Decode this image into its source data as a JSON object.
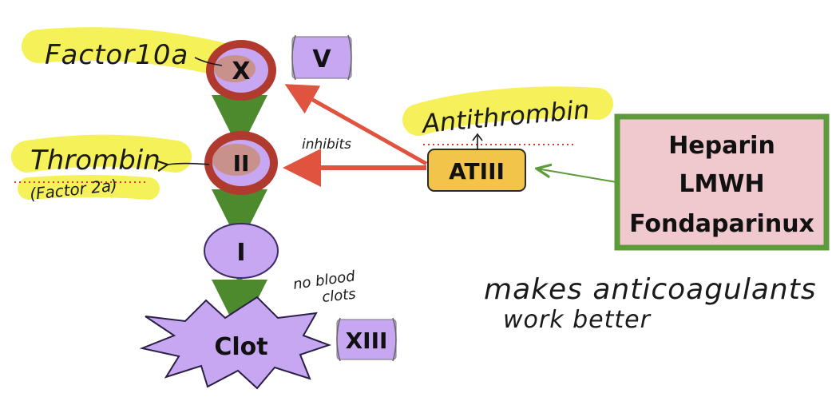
{
  "nodes": {
    "factor_x": "X",
    "cofactor_v": "V",
    "thrombin": "II",
    "fibrinogen": "I",
    "clot": "Clot",
    "factor_xiii": "XIII",
    "antithrombin": "ATIII"
  },
  "drugs": {
    "items": [
      "Heparin",
      "LMWH",
      "Fondaparinux"
    ]
  },
  "notes": {
    "factor_10a": "Factor10a",
    "thrombin": "Thrombin",
    "factor_2a": "(Factor 2a)",
    "antithrombin": "Antithrombin",
    "inhibits": "inhibits",
    "no_clots_line1": "no blood",
    "no_clots_line2": "clots",
    "anticoag_line1": "makes anticoagulants",
    "anticoag_line2": "work better"
  },
  "colors": {
    "node_fill": "#c7a6f2",
    "node_stroke": "#3d2a66",
    "ring": "#b13a2e",
    "ring_inner": "#c98d7a",
    "antithrombin_fill": "#f2c44a",
    "inhibit_arrow": "#e0533f",
    "flow_arrow": "#4d8a2e",
    "drug_box_border": "#5c9a3a",
    "drug_box_fill": "#f0c9cf",
    "highlight": "#f5f048",
    "dotted_line": "#e0363a"
  }
}
